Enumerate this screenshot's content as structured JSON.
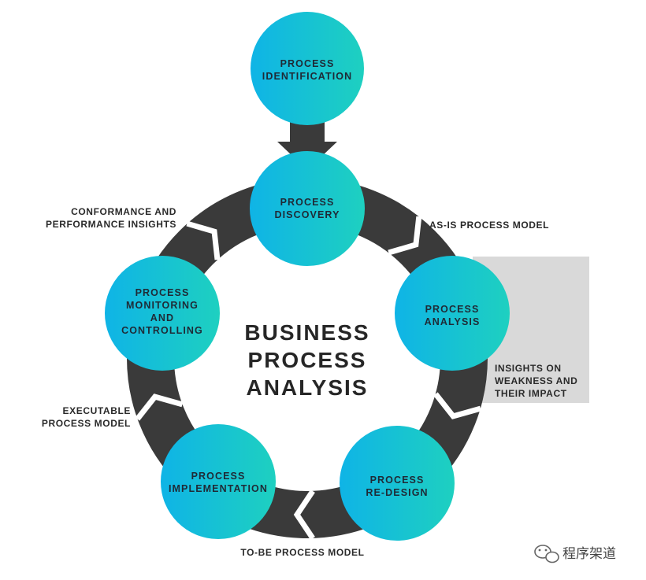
{
  "diagram": {
    "center_title": [
      "BUSINESS",
      "PROCESS",
      "ANALYSIS"
    ],
    "nodes": [
      {
        "id": "identification",
        "lines": [
          "PROCESS",
          "IDENTIFICATION"
        ]
      },
      {
        "id": "discovery",
        "lines": [
          "PROCESS",
          "DISCOVERY"
        ]
      },
      {
        "id": "analysis",
        "lines": [
          "PROCESS",
          "ANALYSIS"
        ]
      },
      {
        "id": "redesign",
        "lines": [
          "PROCESS",
          "RE-DESIGN"
        ]
      },
      {
        "id": "implementation",
        "lines": [
          "PROCESS",
          "IMPLEMENTATION"
        ]
      },
      {
        "id": "monitoring",
        "lines": [
          "PROCESS",
          "MONITORING",
          "AND",
          "CONTROLLING"
        ]
      }
    ],
    "edge_labels": [
      {
        "id": "as-is-process-model",
        "lines": [
          "AS-IS PROCESS MODEL"
        ]
      },
      {
        "id": "insights-on-weakness",
        "lines": [
          "INSIGHTS ON",
          "WEAKNESS AND",
          "THEIR IMPACT"
        ]
      },
      {
        "id": "to-be-process-model",
        "lines": [
          "TO-BE PROCESS MODEL"
        ]
      },
      {
        "id": "executable-process-model",
        "lines": [
          "EXECUTABLE",
          "PROCESS MODEL"
        ]
      },
      {
        "id": "conformance-insights",
        "lines": [
          "CONFORMANCE AND",
          "PERFORMANCE INSIGHTS"
        ]
      }
    ]
  },
  "watermark": {
    "text": "程序架道",
    "icon": "wechat-icon"
  },
  "colors": {
    "circle_start": "#0fb4e6",
    "circle_end": "#1ed0c0",
    "ring": "#3a3a3a",
    "highlight_box": "#d9d9d9",
    "text_dark": "#1f2a36"
  }
}
